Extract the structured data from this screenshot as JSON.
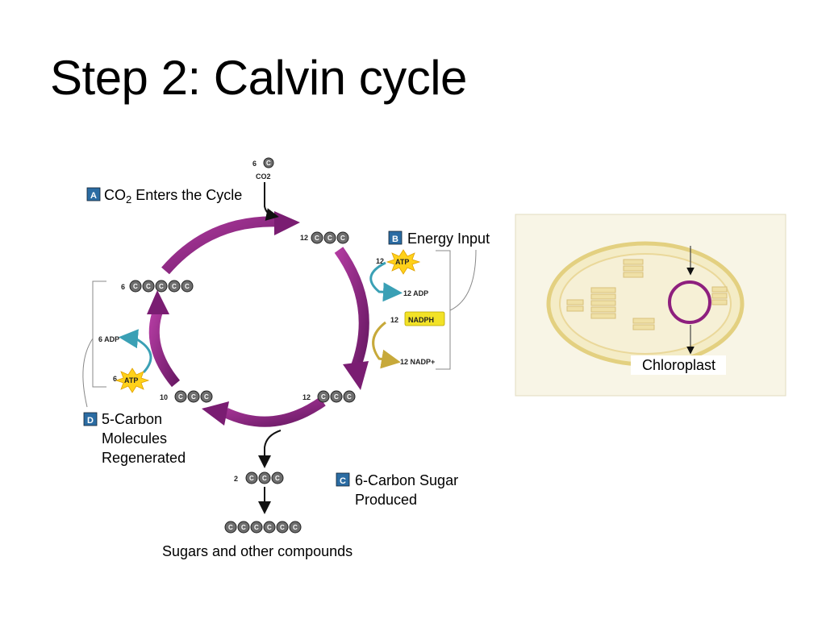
{
  "slide": {
    "title": "Step 2: Calvin cycle"
  },
  "steps": [
    {
      "badge": "A",
      "label_main": "CO",
      "label_sub": "2",
      "label_rest": " Enters the Cycle"
    },
    {
      "badge": "B",
      "label": "Energy Input"
    },
    {
      "badge": "C",
      "lines": [
        "6-Carbon Sugar",
        "Produced"
      ]
    },
    {
      "badge": "D",
      "lines": [
        "5-Carbon",
        "Molecules",
        "Regenerated"
      ]
    }
  ],
  "molecules": {
    "co2_count": "6",
    "co2_label": "CO2",
    "top_count": "12",
    "right_count": "12",
    "bottom_left_count": "10",
    "left_count": "6",
    "output_count": "2",
    "carbon_letter": "C"
  },
  "energy": {
    "atp_count": "12",
    "atp": "ATP",
    "adp_label": "12 ADP",
    "nadph_count": "12",
    "nadph": "NADPH",
    "nadp_label": "12 NADP+",
    "regen_adp_label": "6 ADP",
    "regen_atp_count": "6",
    "regen_atp": "ATP"
  },
  "outputs": {
    "sugars_label": "Sugars and other compounds"
  },
  "inset": {
    "label": "Chloroplast"
  },
  "colors": {
    "cycle_arrow": "#8e1f7e",
    "badge": "#2b6ca3",
    "atp_burst": "#ffd11a",
    "nadph_box": "#f2e227",
    "adp_arrow": "#3aa0b5",
    "nadp_arrow": "#c7a93a",
    "chloroplast_bg": "#f8f5e6"
  }
}
